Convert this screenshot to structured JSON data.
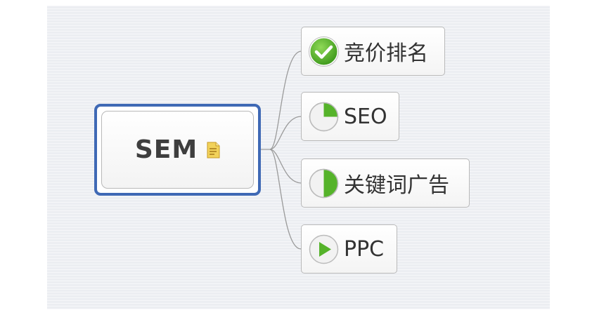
{
  "root": {
    "label": "SEM",
    "note_icon": "note-icon",
    "border_color": "#3f69b5"
  },
  "topics": [
    {
      "label": "竞价排名",
      "icon": "checkmark-icon"
    },
    {
      "label": "SEO",
      "icon": "quarter-pie-icon"
    },
    {
      "label": "关键词广告",
      "icon": "half-pie-icon"
    },
    {
      "label": "PPC",
      "icon": "play-icon"
    }
  ],
  "colors": {
    "accent_green": "#55b32a",
    "canvas": "#eceef2",
    "connector": "#9a9a9a"
  }
}
